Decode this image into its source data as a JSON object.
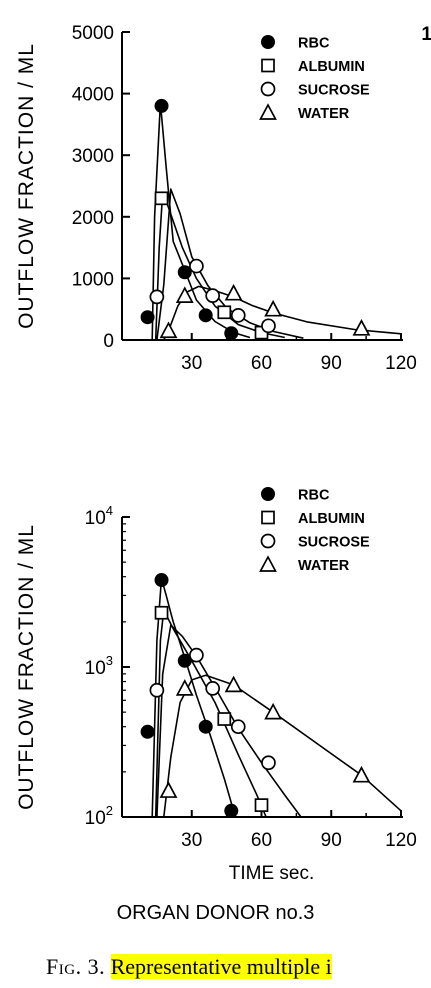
{
  "panel_number": "1",
  "organ_donor": "ORGAN DONOR no.3",
  "caption": {
    "fig": "Fig. 3.",
    "text": "Representative multiple i"
  },
  "chart_data": [
    {
      "type": "line",
      "scale": "linear",
      "ylabel": "OUTFLOW FRACTION / ML",
      "xlabel": "",
      "xlim": [
        0,
        120
      ],
      "ylim": [
        0,
        5000
      ],
      "x_ticks": [
        "30",
        "60",
        "90",
        "120"
      ],
      "y_ticks": [
        "0",
        "1000",
        "2000",
        "3000",
        "4000",
        "5000"
      ],
      "legend": {
        "placement": "top-right",
        "entries": [
          "RBC",
          "ALBUMIN",
          "SUCROSE",
          "WATER"
        ]
      },
      "series": [
        {
          "name": "RBC",
          "marker": "filled-circle",
          "x": [
            11,
            17,
            27,
            36,
            47
          ],
          "y": [
            370,
            3800,
            1100,
            400,
            110
          ],
          "curve": [
            [
              13,
              0
            ],
            [
              14,
              2000
            ],
            [
              16.5,
              3850
            ],
            [
              19,
              2800
            ],
            [
              22,
              1600
            ],
            [
              27,
              1130
            ],
            [
              32,
              650
            ],
            [
              40,
              300
            ],
            [
              48,
              120
            ],
            [
              55,
              40
            ]
          ]
        },
        {
          "name": "ALBUMIN",
          "marker": "open-square",
          "x": [
            17,
            44,
            60
          ],
          "y": [
            2300,
            450,
            120
          ],
          "curve": [
            [
              14.5,
              0
            ],
            [
              16,
              1500
            ],
            [
              17.5,
              2400
            ],
            [
              20,
              2150
            ],
            [
              26,
              1500
            ],
            [
              32,
              1000
            ],
            [
              40,
              550
            ],
            [
              50,
              250
            ],
            [
              60,
              120
            ],
            [
              70,
              40
            ]
          ]
        },
        {
          "name": "SUCROSE",
          "marker": "open-circle",
          "x": [
            15,
            32,
            39,
            50,
            63
          ],
          "y": [
            700,
            1200,
            720,
            400,
            230
          ],
          "curve": [
            [
              15,
              0
            ],
            [
              18,
              900
            ],
            [
              21,
              2450
            ],
            [
              25,
              2050
            ],
            [
              30,
              1350
            ],
            [
              37,
              880
            ],
            [
              45,
              520
            ],
            [
              55,
              280
            ],
            [
              65,
              140
            ],
            [
              78,
              30
            ]
          ]
        },
        {
          "name": "WATER",
          "marker": "open-triangle",
          "x": [
            20,
            27,
            48,
            65,
            103
          ],
          "y": [
            150,
            720,
            760,
            500,
            190
          ],
          "curve": [
            [
              18,
              0
            ],
            [
              20,
              150
            ],
            [
              24,
              550
            ],
            [
              28,
              780
            ],
            [
              33,
              870
            ],
            [
              40,
              800
            ],
            [
              48,
              700
            ],
            [
              56,
              560
            ],
            [
              65,
              440
            ],
            [
              80,
              290
            ],
            [
              100,
              170
            ],
            [
              120,
              100
            ]
          ]
        }
      ]
    },
    {
      "type": "line",
      "scale": "log",
      "ylabel": "OUTFLOW FRACTION / ML",
      "xlabel": "TIME sec.",
      "xlim": [
        0,
        120
      ],
      "ylim": [
        100,
        10000
      ],
      "x_ticks": [
        "30",
        "60",
        "90",
        "120"
      ],
      "y_ticks": [
        {
          "base": "10",
          "exp": "2"
        },
        {
          "base": "10",
          "exp": "3"
        },
        {
          "base": "10",
          "exp": "4"
        }
      ],
      "legend": {
        "placement": "top-right",
        "entries": [
          "RBC",
          "ALBUMIN",
          "SUCROSE",
          "WATER"
        ]
      },
      "series": [
        {
          "name": "RBC",
          "marker": "filled-circle",
          "x": [
            11,
            17,
            27,
            36,
            47
          ],
          "y": [
            370,
            3800,
            1100,
            400,
            110
          ],
          "curve": [
            [
              13,
              100
            ],
            [
              15,
              1500
            ],
            [
              17,
              3900
            ],
            [
              19,
              3000
            ],
            [
              22,
              2000
            ],
            [
              27,
              1150
            ],
            [
              32,
              650
            ],
            [
              38,
              350
            ],
            [
              44,
              180
            ],
            [
              48,
              110
            ]
          ]
        },
        {
          "name": "ALBUMIN",
          "marker": "open-square",
          "x": [
            17,
            44,
            60
          ],
          "y": [
            2300,
            450,
            120
          ],
          "curve": [
            [
              14.5,
              100
            ],
            [
              16.5,
              1500
            ],
            [
              18,
              2400
            ],
            [
              22,
              1800
            ],
            [
              30,
              1100
            ],
            [
              40,
              580
            ],
            [
              50,
              260
            ],
            [
              58,
              140
            ],
            [
              62,
              100
            ]
          ]
        },
        {
          "name": "SUCROSE",
          "marker": "open-circle",
          "x": [
            15,
            32,
            39,
            50,
            63
          ],
          "y": [
            700,
            1200,
            720,
            400,
            230
          ],
          "curve": [
            [
              15,
              100
            ],
            [
              17.5,
              900
            ],
            [
              21,
              1900
            ],
            [
              26,
              1600
            ],
            [
              32,
              1180
            ],
            [
              40,
              730
            ],
            [
              50,
              390
            ],
            [
              60,
              230
            ],
            [
              70,
              140
            ],
            [
              77,
              100
            ]
          ]
        },
        {
          "name": "WATER",
          "marker": "open-triangle",
          "x": [
            20,
            27,
            48,
            65,
            103
          ],
          "y": [
            150,
            720,
            760,
            500,
            190
          ],
          "curve": [
            [
              18,
              100
            ],
            [
              21,
              250
            ],
            [
              25,
              580
            ],
            [
              30,
              820
            ],
            [
              36,
              880
            ],
            [
              48,
              760
            ],
            [
              65,
              500
            ],
            [
              85,
              300
            ],
            [
              103,
              190
            ],
            [
              120,
              110
            ]
          ]
        }
      ]
    }
  ]
}
